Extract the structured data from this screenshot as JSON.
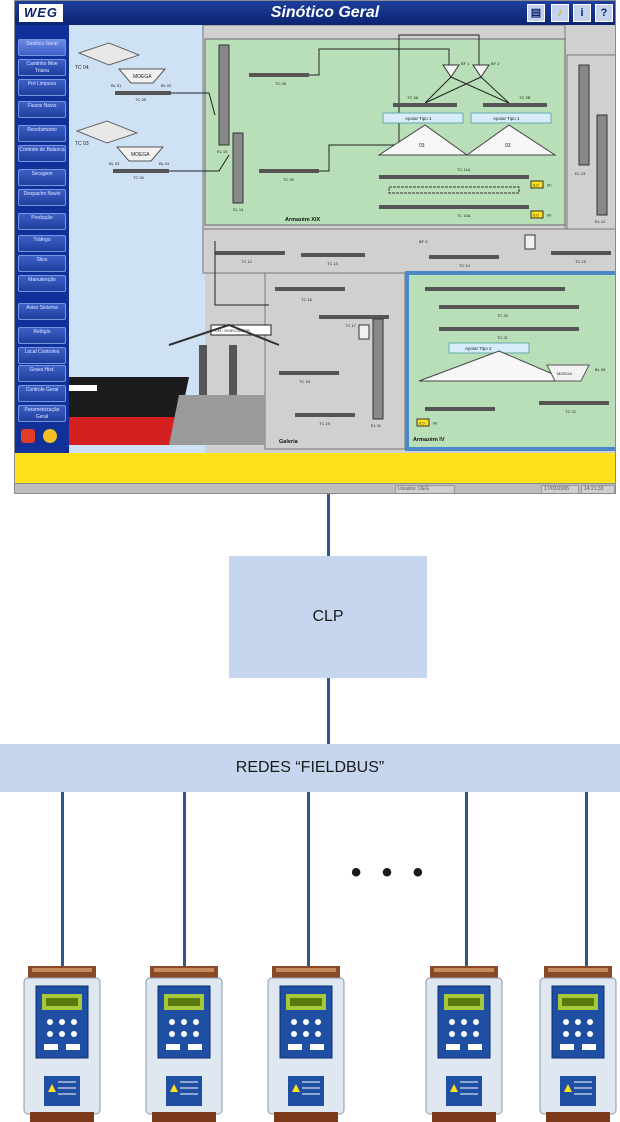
{
  "scada": {
    "logo": "WEG",
    "title": "Sinótico Geral",
    "toolbar_icons": [
      "report-icon",
      "alarm-bell-icon",
      "info-icon",
      "help-icon"
    ],
    "help_label": "?",
    "info_label": "i",
    "menu_items": [
      "Sinótico Geral",
      "Caminho Moe Triana",
      "Pré Limpeza",
      "Fluxos Navio",
      "Recebimento",
      "Controle de Balanca",
      "Secagem",
      "Despacho Navio",
      "Produção",
      "Tráfego",
      "Silos",
      "Manutenção",
      "Aviso Sistema",
      "Relógio",
      "Local Controles",
      "Grava Hist.",
      "Controle Geral",
      "Parametrização Geral"
    ],
    "areas": {
      "armazem_xix": "Armazém XIX",
      "galeria": "Galeria",
      "armazem_iv": "Armazém IV"
    },
    "tags": {
      "tc_a": "TC 04",
      "tc_b": "TC 03",
      "moega_a": "MOEGA",
      "moega_b": "MOEGA",
      "bl1": "BL 01",
      "bl2": "BL 02",
      "bl3": "BL 03",
      "bl4": "BL 04",
      "tc_c": "TC 05",
      "tc_d": "TC 06",
      "el_a": "EL 15",
      "el_b": "EL 14",
      "tc_e": "TC 08",
      "tc_f": "TC 09",
      "bf1": "BF 1",
      "bf2": "BF 2",
      "tc_g": "TC 9A",
      "tc_h": "TC 9B",
      "silo_a": "Apoiar Tipo 1",
      "silo_b": "Apoiar Tipo 1",
      "pile1": "03",
      "pile2": "03",
      "tc_i": "TC 11A",
      "tc_j": "TC 10A",
      "tc_k": "TC 12",
      "tc_l": "TC 13",
      "el_c": "EL 13",
      "el_d": "EL 12",
      "tc_m": "TC 14",
      "tc_n": "TC 15",
      "tc_o": "TC 16",
      "tc_p": "TC 17",
      "bf3": "BF 3",
      "el_e": "EL 11",
      "tc_q": "TC 18",
      "tc_r": "TC 19",
      "tc_s": "TC 20",
      "tc_t": "TC 21",
      "silo_c": "Apoiar Tipo 2",
      "moega_c": "MOEGA",
      "tc_u": "TC 22",
      "bl5": "BL 05",
      "shiploader": "CN / SHIPLOADER",
      "val1": "0.0",
      "val2": "0.0",
      "val3": "0.0",
      "unit": "t/h"
    },
    "status": {
      "user": "Usuário: OEG",
      "date": "17/03/2005",
      "time": "14:21:33"
    }
  },
  "architecture": {
    "clp": "CLP",
    "fieldbus": "REDES “FIELDBUS”",
    "ellipsis": "• • •",
    "drive_count": 5
  },
  "colors": {
    "wire": "#2a5a8c",
    "box": "#c5d6ee",
    "menu": "#10319a",
    "area": "#b9dfb9",
    "hull": "#1c1c1c",
    "hull_bottom": "#d42020",
    "warning": "#ffe21a"
  }
}
